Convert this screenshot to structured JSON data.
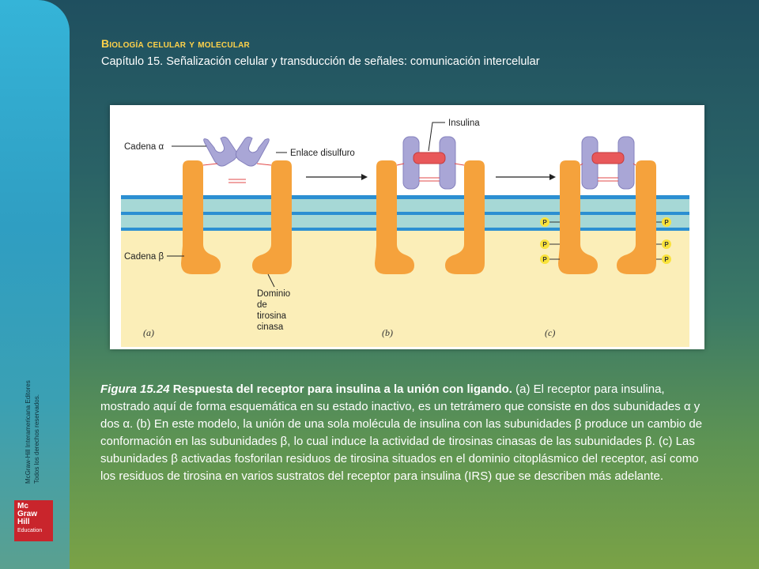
{
  "sidebar": {
    "credit_line1": "McGraw-Hill Interamericana Editores",
    "credit_line2": "Todos los derechos reservados.",
    "logo_line1": "Mc",
    "logo_line2": "Graw",
    "logo_line3": "Hill",
    "logo_line4": "Education"
  },
  "header": {
    "title": "Biología celular y molecular",
    "subtitle": "Capítulo 15. Señalización celular y transducción de señales: comunicación intercelular"
  },
  "figure": {
    "label_alpha": "Cadena α",
    "label_beta": "Cadena β",
    "label_disulfide": "Enlace disulfuro",
    "label_insulin": "Insulina",
    "label_domain_1": "Dominio",
    "label_domain_2": "de",
    "label_domain_3": "tirosina",
    "label_domain_4": "cinasa",
    "panel_a": "(a)",
    "panel_b": "(b)",
    "panel_c": "(c)",
    "phospho": "P",
    "colors": {
      "receptor_beta": "#f5a23c",
      "receptor_alpha": "#a9a6d6",
      "insulin": "#e8585a",
      "membrane_blue": "#2b8fd2",
      "membrane_teal": "#a6d8d6",
      "cytoplasm": "#fbeeb8",
      "phosphate": "#f9e23b"
    }
  },
  "caption": {
    "fig_label": "Figura 15.24",
    "fig_title": "Respuesta del receptor para insulina a la unión con ligando.",
    "text": " (a) El receptor para insulina, mostrado aquí de forma esquemática en su estado inactivo, es un tetrámero que consiste en dos subunidades α y dos α. (b) En este modelo, la unión de una sola molécula de insulina con las subunidades β produce un cambio de conformación en las subunidades β, lo cual induce la actividad de tirosinas cinasas de las subunidades β. (c) Las subunidades β activadas fosforilan residuos de tirosina situados en el dominio citoplásmico del receptor, así como los residuos de tirosina en varios sustratos del receptor para insulina (IRS) que se describen más adelante."
  }
}
